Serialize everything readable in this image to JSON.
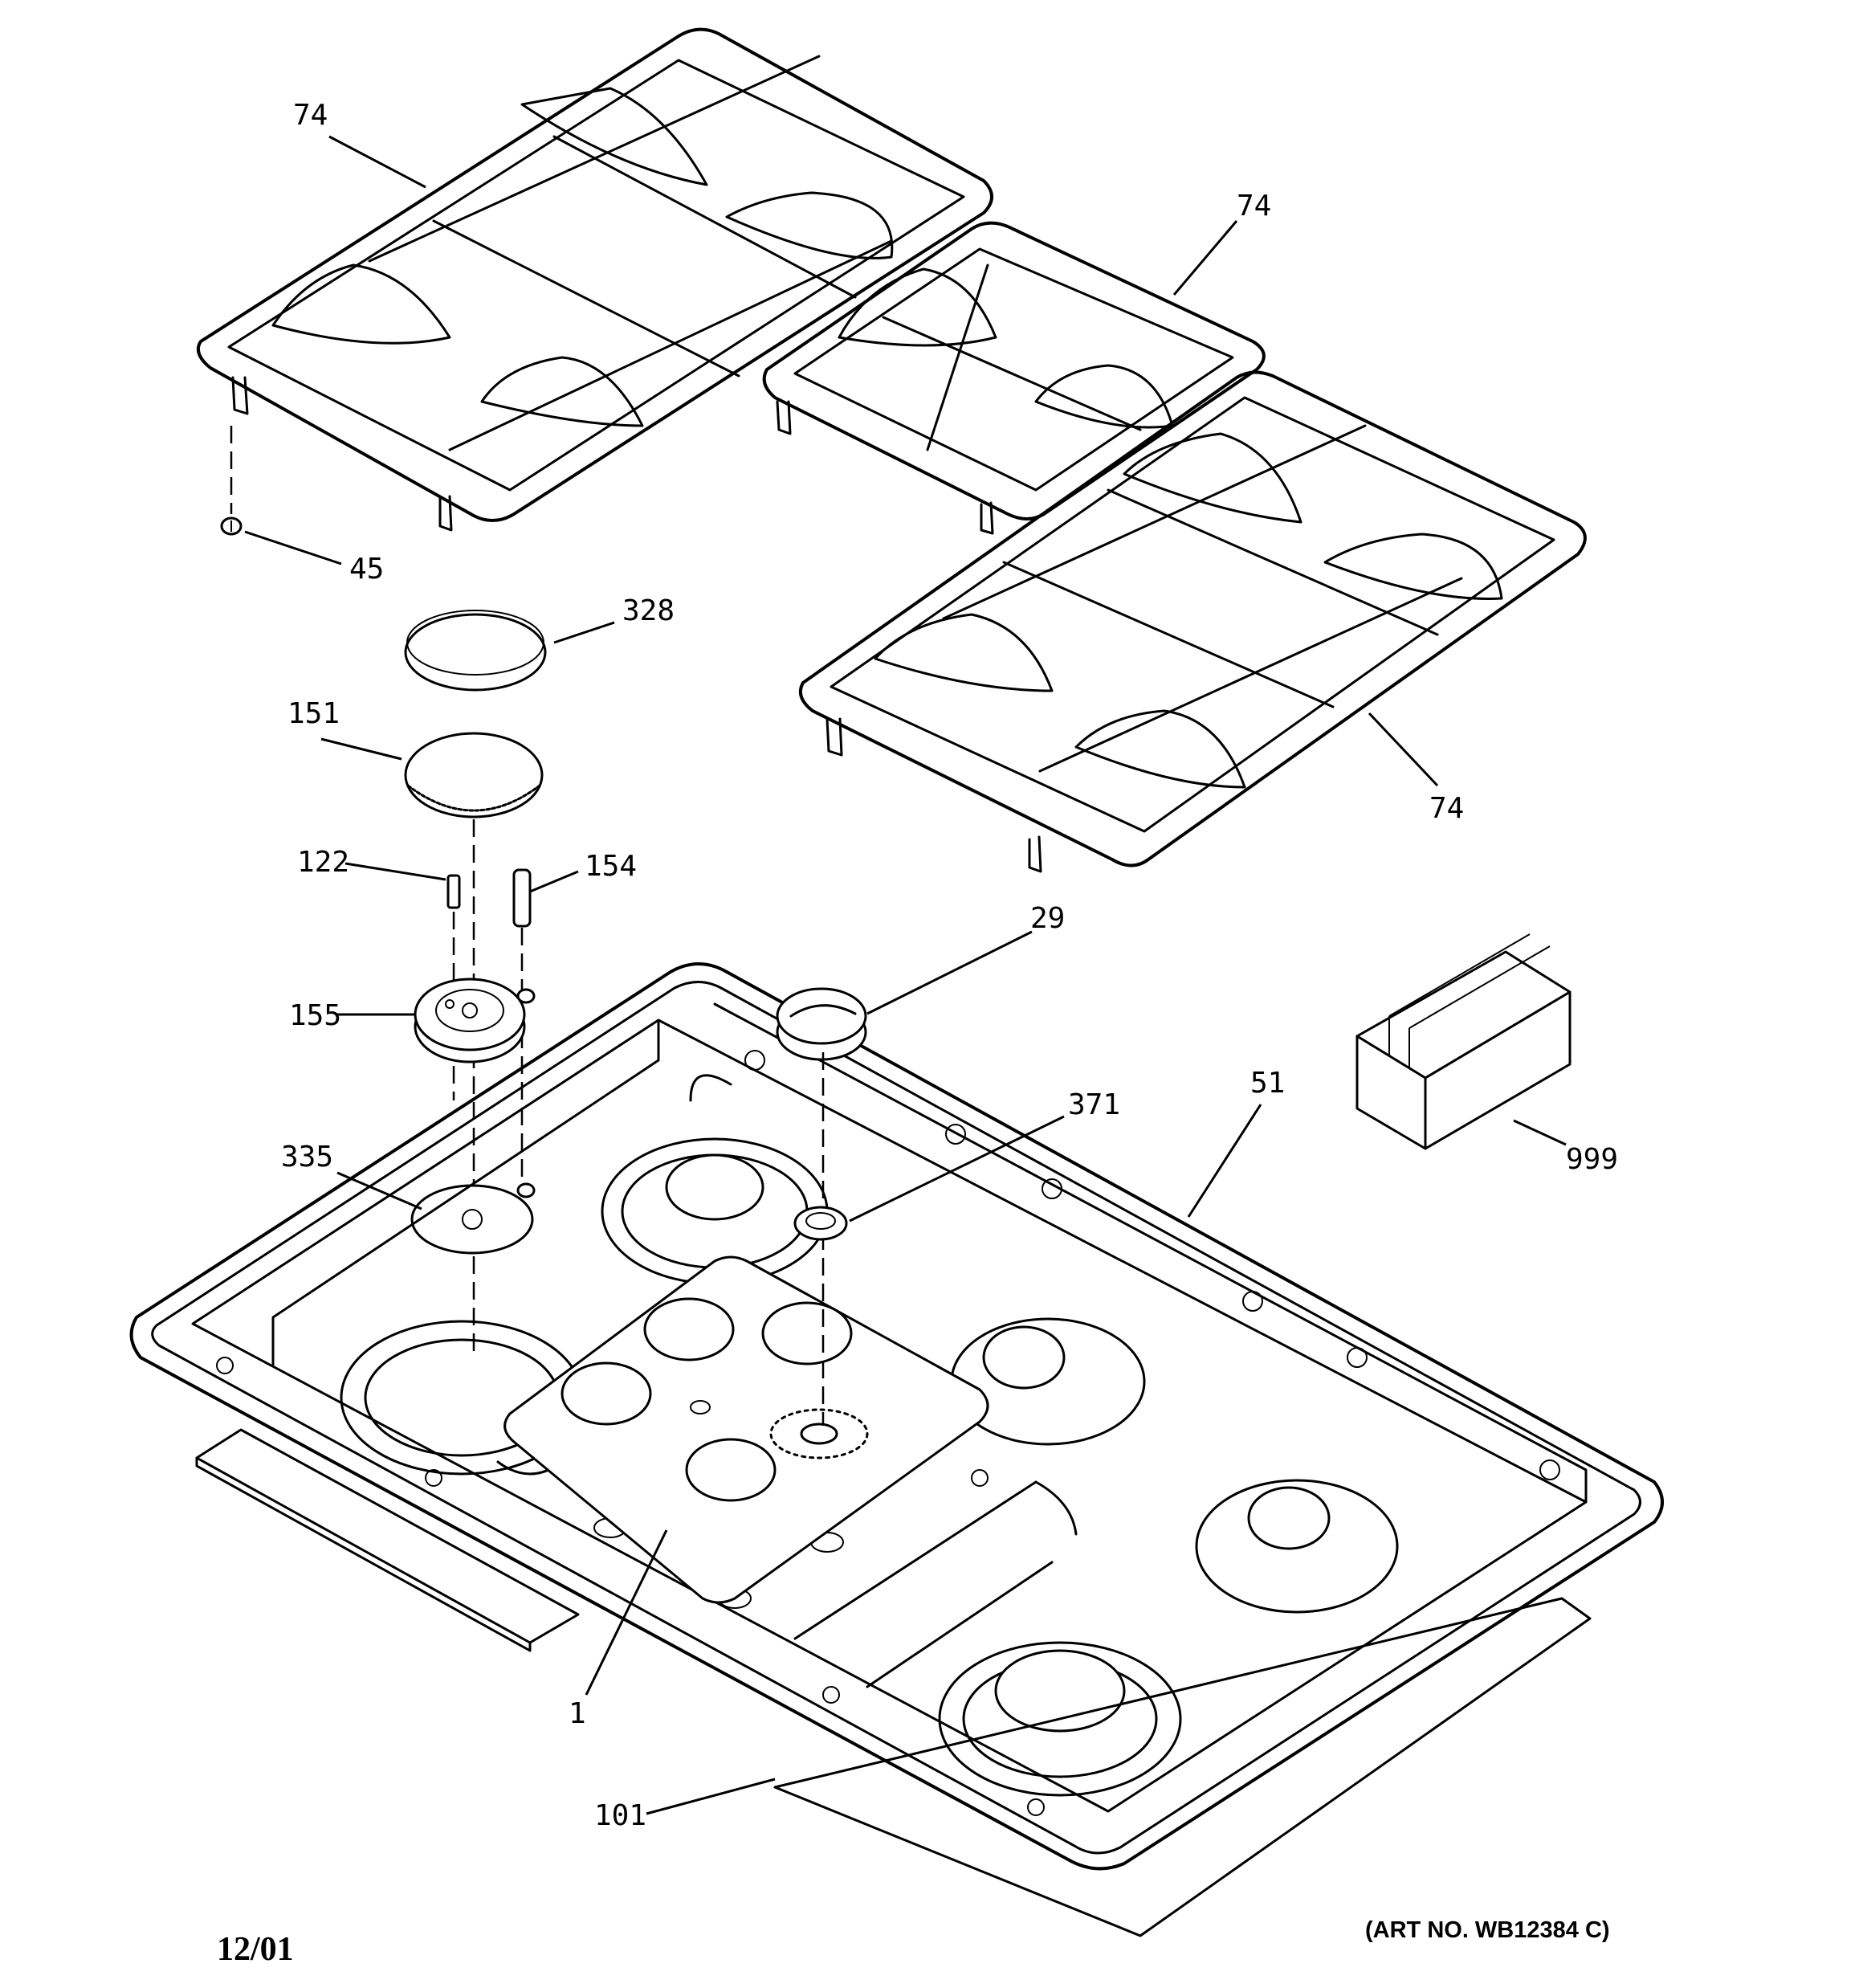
{
  "callouts": {
    "c74a": "74",
    "c74b": "74",
    "c74c": "74",
    "c45": "45",
    "c328": "328",
    "c151": "151",
    "c122": "122",
    "c154": "154",
    "c155": "155",
    "c29": "29",
    "c335": "335",
    "c371": "371",
    "c51": "51",
    "c999": "999",
    "c1": "1",
    "c101": "101"
  },
  "footer": {
    "art_no": "(ART NO. WB12384 C)",
    "date": "12/01"
  }
}
